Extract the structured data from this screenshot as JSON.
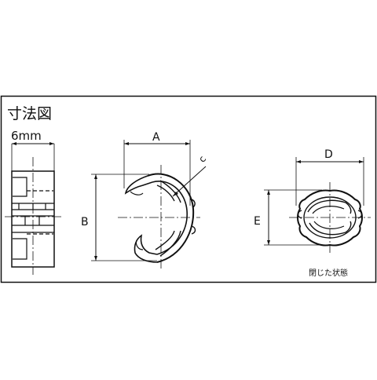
{
  "title": "寸法図",
  "width_label": "6mm",
  "dimensions": {
    "a": "A",
    "b": "B",
    "c": "c",
    "d": "D",
    "e": "E"
  },
  "closed_state_label": "閉じた状態"
}
